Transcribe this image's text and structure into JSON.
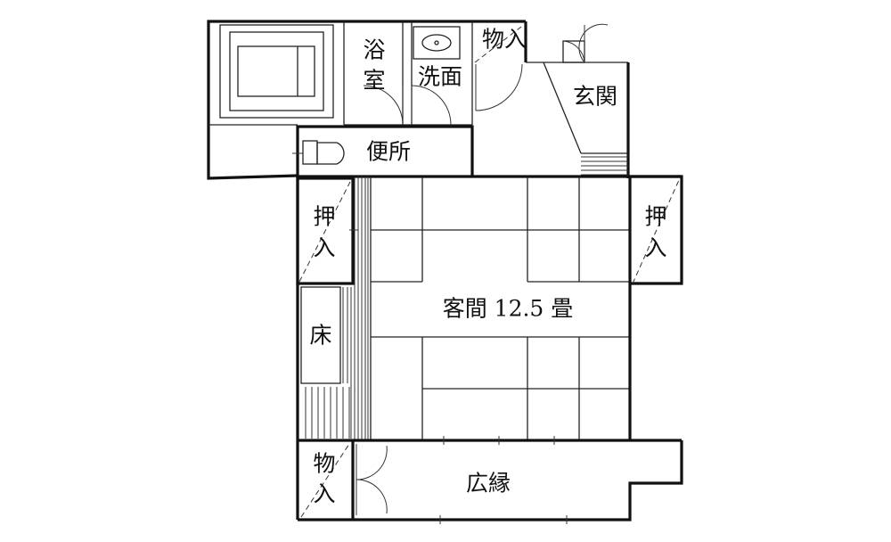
{
  "rooms": {
    "bath": {
      "char1": "浴",
      "char2": "室"
    },
    "washroom": "洗面",
    "storage_top": "物入",
    "entrance": "玄関",
    "toilet": "便所",
    "closet_left": {
      "char1": "押",
      "char2": "入"
    },
    "closet_right": {
      "char1": "押",
      "char2": "入"
    },
    "guest_room": "客間 12.5 畳",
    "alcove": "床",
    "storage_bottom": {
      "char1": "物",
      "char2": "入"
    },
    "veranda": "広縁"
  },
  "colors": {
    "line": "#111111",
    "background": "#ffffff"
  }
}
